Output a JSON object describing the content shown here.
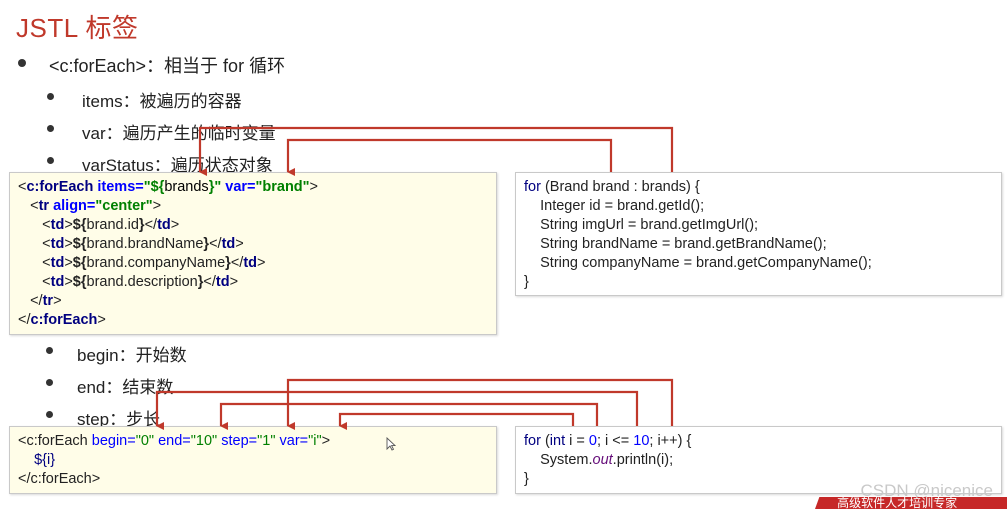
{
  "slide": {
    "title": "JSTL 标签",
    "main_bullet": "<c:forEach>：相当于 for 循环",
    "sub_bullets_top": [
      "items：被遍历的容器",
      "var：遍历产生的临时变量",
      "varStatus：遍历状态对象"
    ],
    "sub_bullets_bottom": [
      "begin：开始数",
      "end：结束数",
      "step：步长"
    ]
  },
  "code_jsp_1": {
    "l1": {
      "open": "<",
      "tag": "c:forEach",
      "sp1": " ",
      "a1": "items=",
      "v1": "\"${",
      "v1b": "brands",
      "v1c": "}\"",
      "sp2": " ",
      "a2": "var=",
      "v2": "\"brand\"",
      "close": ">"
    },
    "l2": {
      "indent": "   ",
      "open": "<",
      "tag": "tr",
      "sp": " ",
      "a": "align=",
      "v": "\"center\"",
      "close": ">"
    },
    "l3": {
      "indent": "      ",
      "o1": "<",
      "t1": "td",
      "c1": ">",
      "e1": "${",
      "e2": "brand.id",
      "e3": "}",
      "o2": "</",
      "t2": "td",
      "c2": ">"
    },
    "l4": {
      "indent": "      ",
      "o1": "<",
      "t1": "td",
      "c1": ">",
      "e1": "${",
      "e2": "brand.brandName",
      "e3": "}",
      "o2": "</",
      "t2": "td",
      "c2": ">"
    },
    "l5": {
      "indent": "      ",
      "o1": "<",
      "t1": "td",
      "c1": ">",
      "e1": "${",
      "e2": "brand.companyName",
      "e3": "}",
      "o2": "</",
      "t2": "td",
      "c2": ">"
    },
    "l6": {
      "indent": "      ",
      "o1": "<",
      "t1": "td",
      "c1": ">",
      "e1": "${",
      "e2": "brand.description",
      "e3": "}",
      "o2": "</",
      "t2": "td",
      "c2": ">"
    },
    "l7": {
      "indent": "   ",
      "o": "</",
      "t": "tr",
      "c": ">"
    },
    "l8": {
      "o": "</",
      "t": "c:forEach",
      "c": ">"
    }
  },
  "code_java_1": {
    "l1": {
      "kw": "for",
      "rest": " (Brand brand : brands) {"
    },
    "l2": "    Integer id = brand.getId();",
    "l3": "    String imgUrl = brand.getImgUrl();",
    "l4": "    String brandName = brand.getBrandName();",
    "l5": "    String companyName = brand.getCompanyName();",
    "l6": "}"
  },
  "code_jsp_2": {
    "l1": {
      "p1": "<c:forEach ",
      "a1": "begin=",
      "v1": "\"0\"",
      "sp1": " ",
      "a2": "end=",
      "v2": "\"10\"",
      "sp2": " ",
      "a3": "step=",
      "v3": "\"1\"",
      "sp3": " ",
      "a4": "var=",
      "v4": "\"i\"",
      "c": ">"
    },
    "l2": "    ${i}",
    "l3": "</c:forEach>"
  },
  "code_java_2": {
    "l1": {
      "kw1": "for",
      "p1": " (",
      "kw2": "int",
      "p2": " i = ",
      "n1": "0",
      "p3": "; i <= ",
      "n2": "10",
      "p4": "; i++) {"
    },
    "l2": {
      "p1": "    System.",
      "it": "out",
      "p2": ".println(i);"
    },
    "l3": "}"
  },
  "watermark": "CSDN @nicenice",
  "banner_text": "高级软件人才培训专家",
  "colors": {
    "title": "#c0392b",
    "arrow": "#c0392b",
    "code_bg": "#fffde8",
    "tag": "#000080",
    "attr": "#0000ff",
    "value": "#008000"
  }
}
